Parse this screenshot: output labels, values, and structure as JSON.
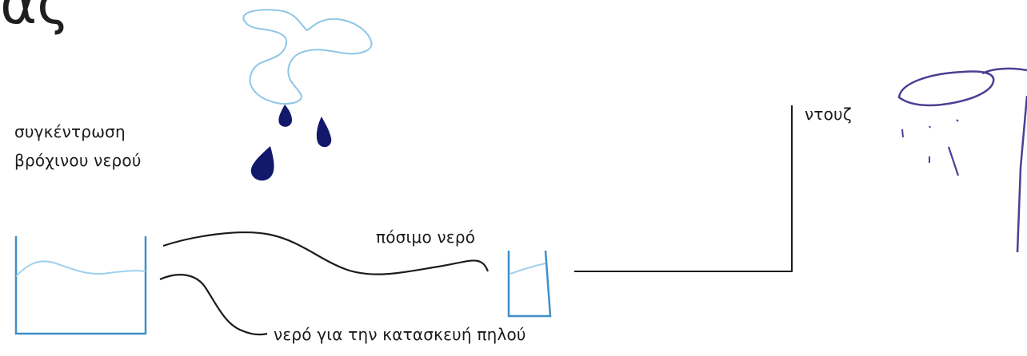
{
  "title_fragment": "ας",
  "labels": {
    "rainwater_collection_line1": "συγκέντρωση",
    "rainwater_collection_line2": "βρόχινου νερού",
    "drinking_water": "πόσιμο νερό",
    "shower": "ντουζ",
    "boat_construction_water": "νερό για την κατασκευή πηλού"
  },
  "colors": {
    "ink": "#1b1b1b",
    "cloud": "#8fc6e6",
    "raindrop": "#12186b",
    "tank": "#3f8fc9",
    "tank_water": "#9fd0ee",
    "shower_head": "#4b3f93"
  },
  "icons": [
    "cloud-icon",
    "raindrop-icon",
    "water-tank-icon",
    "glass-icon",
    "shower-icon"
  ]
}
